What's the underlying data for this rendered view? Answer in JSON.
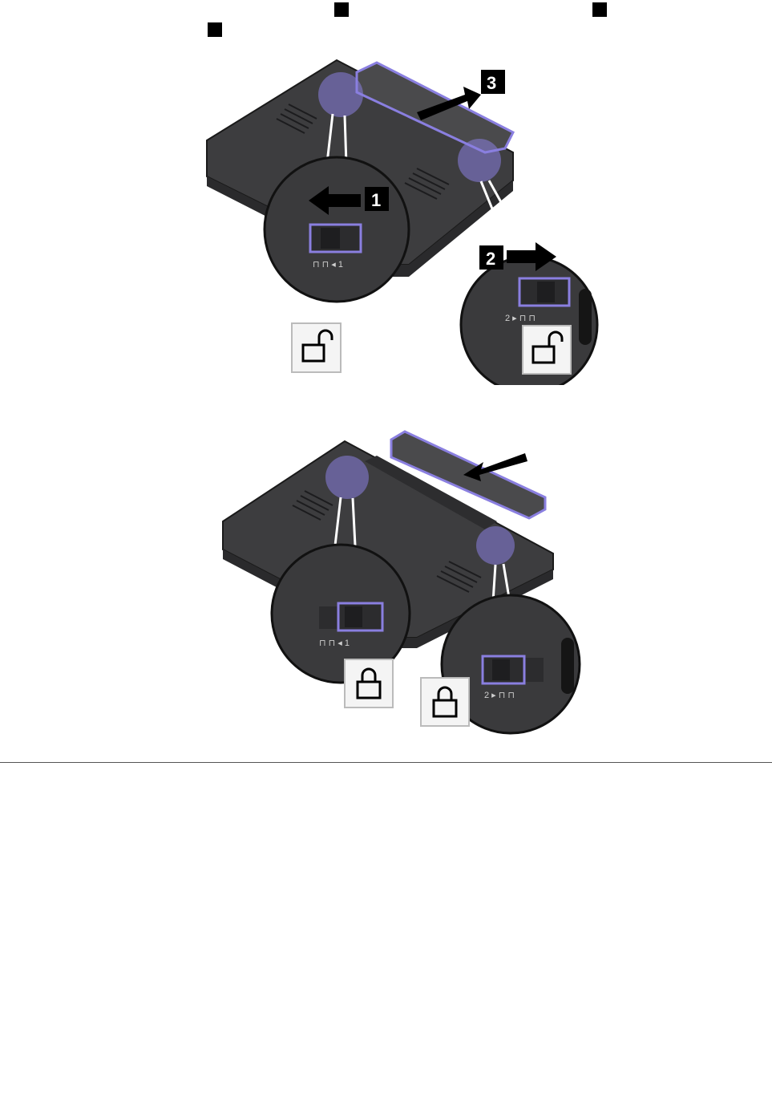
{
  "top_markers": [
    "",
    "",
    ""
  ],
  "figure_1": {
    "callouts": [
      "1",
      "2",
      "3"
    ],
    "left_latch_icons": "⊓ ⊓ ◂ 1",
    "right_latch_icons": "2 ▸ ⊓ ⊓"
  },
  "figure_2": {
    "left_latch_icons": "⊓ ⊓ ◂ 1",
    "right_latch_icons": "2 ▸ ⊓ ⊓"
  },
  "colors": {
    "highlight": "#8a7fe0",
    "laptop_dark": "#3a3a3c",
    "laptop_mid": "#505052",
    "callout_bg": "#000000"
  }
}
